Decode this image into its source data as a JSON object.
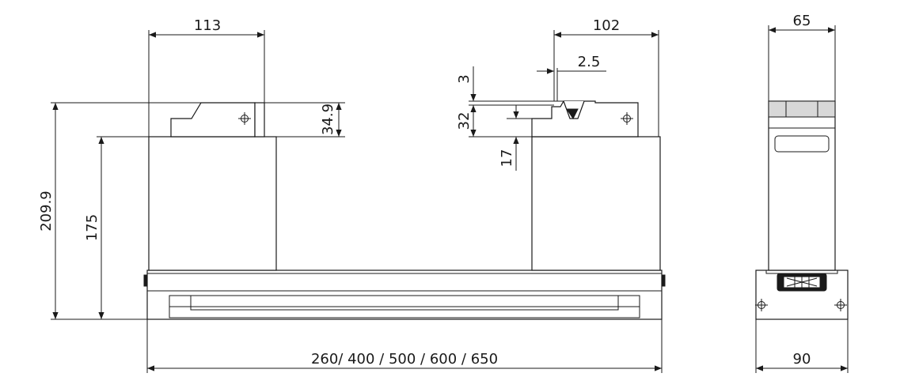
{
  "dimensions": {
    "top_left_width": "113",
    "top_right_width": "102",
    "notch_offset": "2.5",
    "notch_depth": "3",
    "notch_height": "32",
    "notch_lower": "17",
    "left_step": "34.9",
    "total_height": "209.9",
    "body_height": "175",
    "overall_length": "260/ 400 / 500 / 600 / 650",
    "side_top_width": "65",
    "side_base_width": "90"
  }
}
